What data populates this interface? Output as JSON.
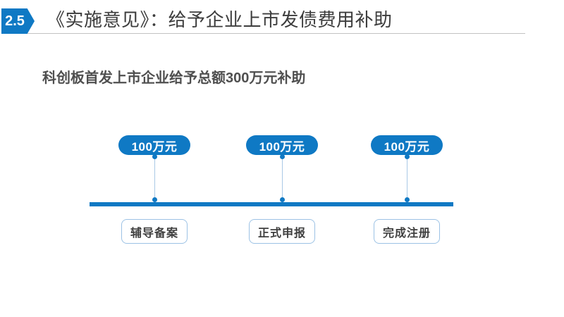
{
  "header": {
    "badge": "2.5",
    "title": "《实施意见》：给予企业上市发债费用补助"
  },
  "subtitle": "科创板首发上市企业给予总额300万元补助",
  "timeline": {
    "stages": [
      {
        "amount": "100万元",
        "label": "辅导备案"
      },
      {
        "amount": "100万元",
        "label": "正式申报"
      },
      {
        "amount": "100万元",
        "label": "完成注册"
      }
    ]
  },
  "colors": {
    "accent_blue": "#0f79c4",
    "box_border_blue": "#9cc2e5",
    "connector_blue": "#a9c9e6",
    "title_text": "#3c3c3c",
    "subtitle_text": "#4f4f4f",
    "underline_gray": "#c2c2c2",
    "background": "#ffffff"
  }
}
